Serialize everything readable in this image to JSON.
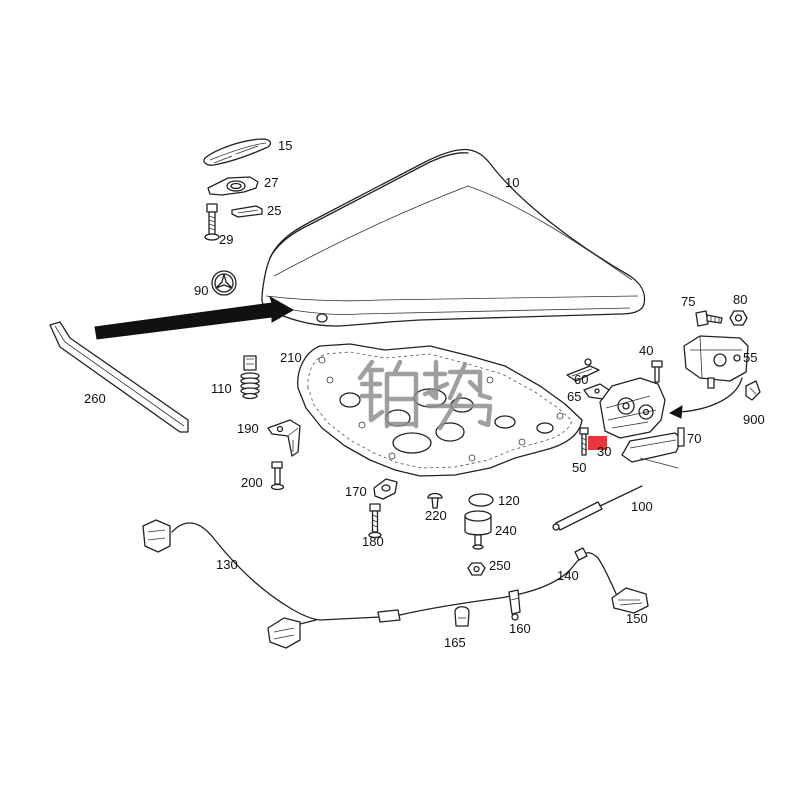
{
  "callouts": {
    "p10": "10",
    "p15": "15",
    "p25": "25",
    "p27": "27",
    "p29": "29",
    "p30": "30",
    "p40": "40",
    "p50": "50",
    "p55": "55",
    "p60": "60",
    "p65": "65",
    "p70": "70",
    "p75": "75",
    "p80": "80",
    "p90": "90",
    "p100": "100",
    "p110": "110",
    "p120": "120",
    "p130": "130",
    "p140": "140",
    "p150": "150",
    "p160": "160",
    "p165": "165",
    "p170": "170",
    "p180": "180",
    "p190": "190",
    "p200": "200",
    "p210": "210",
    "p220": "220",
    "p240": "240",
    "p250": "250",
    "p260": "260",
    "p900": "900"
  },
  "watermark": "铂势",
  "colors": {
    "line": "#222222",
    "highlight": "#e8363c",
    "watermark": "#8f8f8f",
    "background": "#ffffff"
  }
}
